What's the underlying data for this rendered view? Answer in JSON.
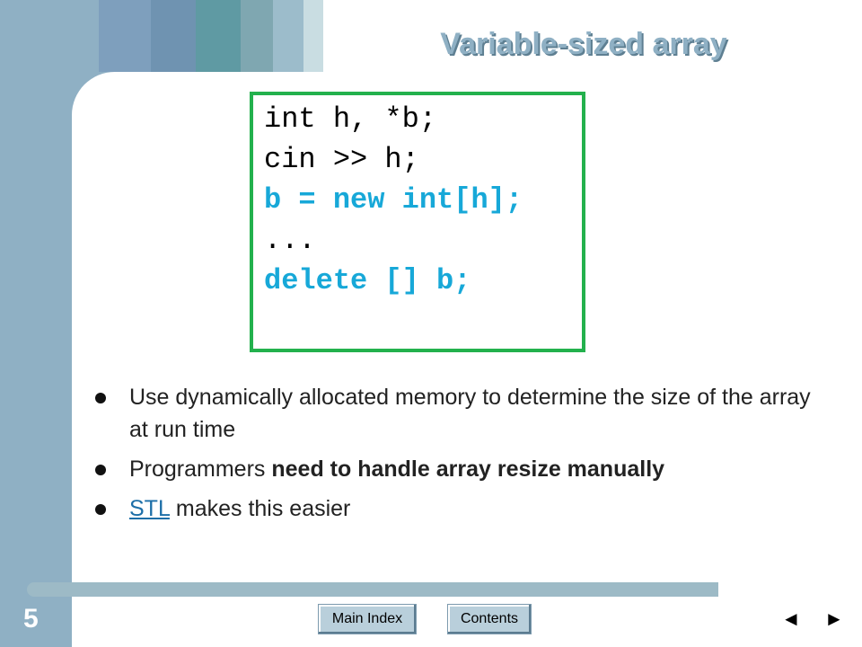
{
  "slide": {
    "title": "Variable-sized array",
    "number": "5"
  },
  "code": {
    "lines": [
      {
        "text": "int h, *b;",
        "highlight": false
      },
      {
        "text": "cin >> h;",
        "highlight": false
      },
      {
        "text": "b = new int[h];",
        "highlight": true
      },
      {
        "text": "...",
        "highlight": false
      },
      {
        "text": "delete [] b;",
        "highlight": true
      }
    ]
  },
  "bullets": {
    "b1": "Use dynamically allocated memory to determine the size of the array at run time",
    "b2_prefix": "Programmers ",
    "b2_bold": "need to handle array resize manually",
    "b3_link": "STL",
    "b3_suffix": " makes this easier"
  },
  "nav": {
    "main_index": "Main Index",
    "contents": "Contents",
    "prev": "◄",
    "next": "►"
  },
  "colors": {
    "band": "#8fb0c4",
    "code_border": "#23b14d",
    "code_highlight": "#17a8d8"
  }
}
